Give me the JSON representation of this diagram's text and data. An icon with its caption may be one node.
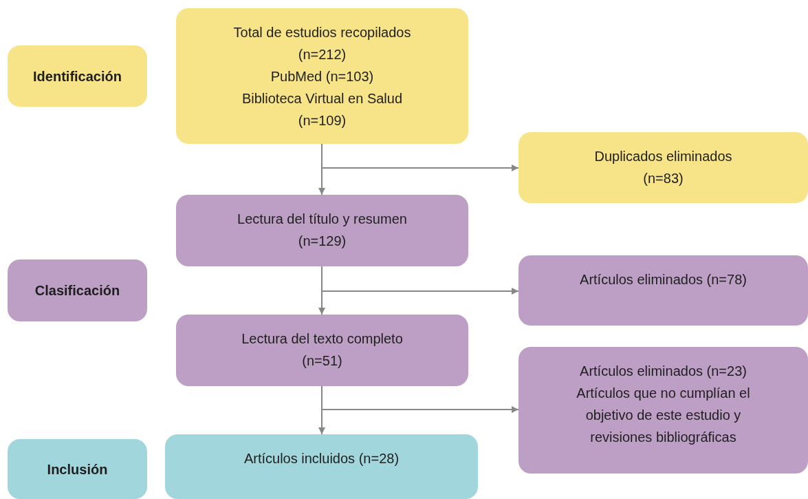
{
  "diagram": {
    "nodes": [
      {
        "text": [
          "Identificación"
        ]
      },
      {
        "text": [
          "Total de estudios recopilados (n=212)",
          "PubMed (n=103)",
          "Biblioteca Virtual en Salud (n=109)"
        ]
      },
      {
        "text": [
          "Duplicados eliminados (n=83)"
        ]
      },
      {
        "text": [
          "Clasificación"
        ]
      },
      {
        "text": [
          "Lectura del título y resumen (n=129)"
        ]
      },
      {
        "text": [
          "Artículos eliminados (n=78)"
        ]
      },
      {
        "text": [
          "Lectura del texto completo (n=51)"
        ]
      },
      {
        "text": [
          "Artículos eliminados (n=23)",
          "Artículos que no cumplían el objetivo de este estudio y revisiones bibliográficas"
        ]
      },
      {
        "text": [
          "Inclusión"
        ]
      },
      {
        "text": [
          "Artículos incluidos (n=28)"
        ]
      }
    ],
    "edges": [
      {
        "from": 1,
        "to": 4,
        "arrow": "to"
      },
      {
        "from": 1,
        "to": 2,
        "arrow": "to"
      },
      {
        "from": 4,
        "to": 6,
        "arrow": "to"
      },
      {
        "from": 4,
        "to": 5,
        "arrow": "to"
      },
      {
        "from": 6,
        "to": 9,
        "arrow": "to"
      },
      {
        "from": 6,
        "to": 7,
        "arrow": "to"
      }
    ]
  }
}
